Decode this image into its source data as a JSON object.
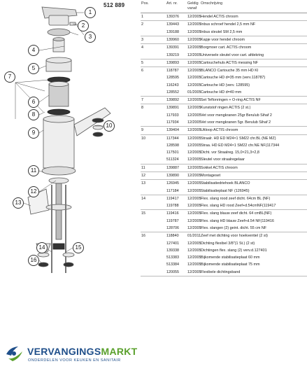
{
  "diagram": {
    "part_number": "512 889",
    "callouts": [
      "1",
      "2",
      "3",
      "4",
      "5",
      "6",
      "7",
      "8",
      "9",
      "10",
      "11",
      "12",
      "13",
      "14",
      "15",
      "16"
    ]
  },
  "logo": {
    "name_main": "VERVANGINGS",
    "name_accent": "MARKT",
    "tagline": "ONDERDELEN VOOR KEUKEN EN SANITAIR"
  },
  "table": {
    "headers": {
      "pos": "Pos.",
      "art": "Art. nr.",
      "date": "Geldig vanaf",
      "desc": "Omschrijving"
    },
    "groups": [
      {
        "pos": "1",
        "rows": [
          {
            "art": "139376",
            "date": "12/2005",
            "desc": "Hendel ACTIS chroom"
          }
        ]
      },
      {
        "pos": "2",
        "rows": [
          {
            "art": "139443",
            "date": "12/2005",
            "desc": "Inbus schroef hendel 2,5 mm NF"
          },
          {
            "art": "139188",
            "date": "12/2005",
            "desc": "Inbus sleutel SM 2,5 mm"
          }
        ]
      },
      {
        "pos": "3",
        "rows": [
          {
            "art": "139960",
            "date": "12/2005",
            "desc": "Kapje voor hendel chroom"
          }
        ]
      },
      {
        "pos": "4",
        "rows": [
          {
            "art": "139391",
            "date": "12/2005",
            "desc": "Borgmoer cart. ACTIS chroom"
          },
          {
            "art": "139219",
            "date": "12/2005",
            "desc": "Universele sleutel voor cart. afdekring"
          }
        ]
      },
      {
        "pos": "5",
        "rows": [
          {
            "art": "139893",
            "date": "12/2005",
            "desc": "Cartouchehuls ACTIS messing NF"
          }
        ]
      },
      {
        "pos": "6",
        "rows": [
          {
            "art": "118787",
            "date": "12/2005",
            "desc": "BLANCO Cartouche 35 mm HD KI"
          },
          {
            "art": "128595",
            "date": "12/2005",
            "desc": "Cartouche HD d=35 mm (verv.118787)"
          },
          {
            "art": "116243",
            "date": "12/2005",
            "desc": "Cartouche HD (verv. 128595)"
          },
          {
            "art": "128552",
            "date": "01/2005",
            "desc": "Cartouche HD d=40 mm"
          }
        ]
      },
      {
        "pos": "7",
        "rows": [
          {
            "art": "139892",
            "date": "12/2005",
            "desc": "Set Teflonringen + O-ring ACTIS NF"
          }
        ]
      },
      {
        "pos": "8",
        "rows": [
          {
            "art": "139891",
            "date": "12/2005",
            "desc": "Kunststof ringen ACTIS (2 st.)"
          },
          {
            "art": "117933",
            "date": "12/2005",
            "desc": "Vet voor mengkranen 25gr Berulub Sihaf 2"
          },
          {
            "art": "117934",
            "date": "12/2005",
            "desc": "Vet voor mengkranen 5gr. Berulub Sihaf 2"
          }
        ]
      },
      {
        "pos": "9",
        "rows": [
          {
            "art": "139404",
            "date": "12/2005",
            "desc": "Uitloop ACTIS chroom"
          }
        ]
      },
      {
        "pos": "10",
        "rows": [
          {
            "art": "117344",
            "date": "12/2005",
            "desc": "Straalr. HD ED M24×1 SM22 chr.BL (NE MZ)"
          },
          {
            "art": "128598",
            "date": "12/2005",
            "desc": "Straa. HD ED M24×1 SM22 chr.NE NF(117344"
          },
          {
            "art": "117501",
            "date": "12/2005",
            "desc": "Dicht. vor Straalreg. 15,0×21,3×2,8"
          },
          {
            "art": "511324",
            "date": "12/2005",
            "desc": "Sleutel voor straalregelaar"
          }
        ]
      },
      {
        "pos": "11",
        "rows": [
          {
            "art": "139887",
            "date": "12/2005",
            "desc": "Sokkel ACTIS chroom"
          }
        ]
      },
      {
        "pos": "12",
        "rows": [
          {
            "art": "139890",
            "date": "12/2005",
            "desc": "Montageset"
          }
        ]
      },
      {
        "pos": "13",
        "rows": [
          {
            "art": "126945",
            "date": "12/2005",
            "desc": "Stabilisatiedriehoek BLANCO"
          },
          {
            "art": "117184",
            "date": "12/2005",
            "desc": "Stabilisatieplaat NF (126945)"
          }
        ]
      },
      {
        "pos": "14",
        "rows": [
          {
            "art": "119417",
            "date": "12/2005",
            "desc": "Flex. slang rood zeef dicht. 64cm BL (NF)"
          },
          {
            "art": "119788",
            "date": "12/2005",
            "desc": "Flex. slang HD rood Zeef+d.54cmNF(119417"
          }
        ]
      },
      {
        "pos": "15",
        "rows": [
          {
            "art": "119416",
            "date": "12/2005",
            "desc": "Flex. slang blauw zeef dicht. 64 cmBL(NF)"
          },
          {
            "art": "119787",
            "date": "12/2005",
            "desc": "Flex. slang HD blauw Zeef+d.54 NF(119416"
          },
          {
            "art": "128706",
            "date": "12/2005",
            "desc": "Flex. slangen (2) geint. dicht. 55 cm NF"
          }
        ]
      },
      {
        "pos": "16",
        "rows": [
          {
            "art": "118840",
            "date": "01/2011",
            "desc": "Zeef met dichting voor hoekventiel (2 st)"
          },
          {
            "art": "127401",
            "date": "12/2005",
            "desc": "Dichting flexibel 3/8\"(1 St.) (2 st)"
          },
          {
            "art": "139338",
            "date": "12/2005",
            "desc": "Dichtingen flex. slang (2) verv.d.127401"
          },
          {
            "art": "513383",
            "date": "12/2005",
            "desc": "Bijkomende stabilisatieplaat 60 mm"
          },
          {
            "art": "513384",
            "date": "12/2005",
            "desc": "Bijkomende stabilisatieplaat 75 mm"
          },
          {
            "art": "120055",
            "date": "12/2005",
            "desc": "Flexibele dichtingsband"
          }
        ]
      }
    ]
  }
}
